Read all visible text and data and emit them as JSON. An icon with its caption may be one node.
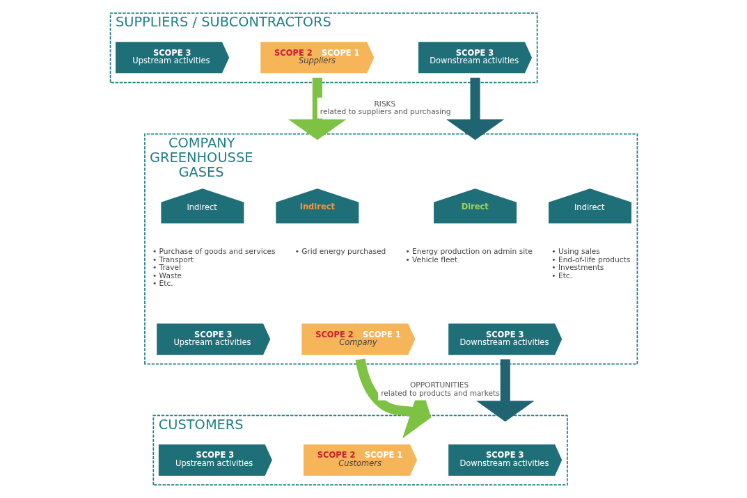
{
  "diagram": {
    "nodes": [
      {
        "text": [
          "SUPPLIERS / SUBCONTRACTORS"
        ]
      },
      {
        "text": [
          "SCOPE 3",
          "Upstream activities"
        ],
        "in": 0
      },
      {
        "text": [
          "SCOPE 2",
          "SCOPE 1",
          "Suppliers"
        ],
        "in": 0
      },
      {
        "text": [
          "SCOPE 3",
          "Downstream activities"
        ],
        "in": 0
      },
      {
        "text": [
          "COMPANY GREENHOUSSE GASES"
        ]
      },
      {
        "text": [
          "Indirect"
        ],
        "in": 4,
        "beside": [
          "• Purchase of goods and services",
          "• Transport",
          "• Travel",
          "• Waste",
          "• Etc."
        ]
      },
      {
        "text": [
          "Indirect"
        ],
        "in": 4,
        "beside": [
          "• Grid energy purchased"
        ]
      },
      {
        "text": [
          "Direct"
        ],
        "in": 4,
        "beside": [
          "• Energy production on admin site",
          "• Vehicle fleet"
        ]
      },
      {
        "text": [
          "Indirect"
        ],
        "in": 4,
        "beside": [
          "• Using sales",
          "• End-of-life products",
          "• Investments",
          "• Etc."
        ]
      },
      {
        "text": [
          "SCOPE 3",
          "Upstream activities"
        ],
        "in": 4
      },
      {
        "text": [
          "SCOPE 2",
          "SCOPE 1",
          "Company"
        ],
        "in": 4
      },
      {
        "text": [
          "SCOPE 3",
          "Downstream activities"
        ],
        "in": 4
      },
      {
        "text": [
          "CUSTOMERS"
        ]
      },
      {
        "text": [
          "SCOPE 3",
          "Upstream activities"
        ],
        "in": 12
      },
      {
        "text": [
          "SCOPE 2",
          "SCOPE 1",
          "Customers"
        ],
        "in": 12
      },
      {
        "text": [
          "SCOPE 3",
          "Downstream activities"
        ],
        "in": 12
      }
    ],
    "edges": [
      {
        "from": 2,
        "to": 4,
        "arrow": "to",
        "label": "RISKS related to suppliers and purchasing",
        "color": "#7dc242"
      },
      {
        "from": 3,
        "to": 4,
        "arrow": "to",
        "color": "#1f6470"
      },
      {
        "from": 10,
        "to": 12,
        "arrow": "to",
        "label": "OPPORTUNITIES related to products and markets",
        "color": "#7dc242"
      },
      {
        "from": 11,
        "to": 12,
        "arrow": "to",
        "color": "#1f6470"
      }
    ]
  }
}
